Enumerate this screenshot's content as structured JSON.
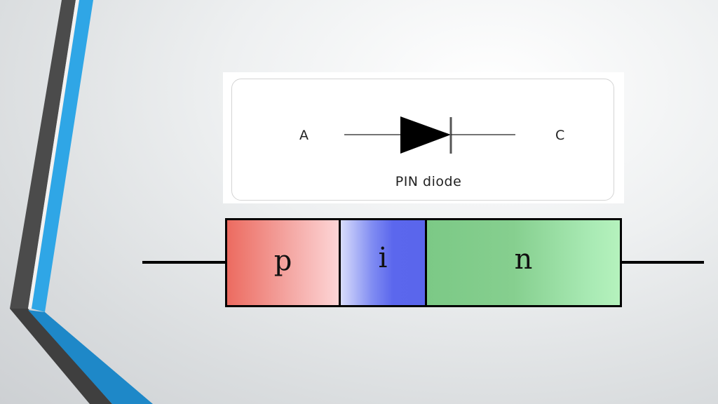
{
  "symbol": {
    "anode_label": "A",
    "cathode_label": "C",
    "caption": "PIN diode"
  },
  "structure": {
    "regions": [
      {
        "label": "p",
        "color": "#f4a6a2"
      },
      {
        "label": "i",
        "color": "#5b67ed"
      },
      {
        "label": "n",
        "color": "#86cf8f"
      }
    ]
  },
  "theme": {
    "accent_blue": "#29a3e2",
    "accent_dark": "#4d4d4d",
    "lead_color": "#000000"
  }
}
